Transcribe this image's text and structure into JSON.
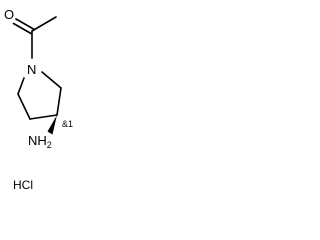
{
  "molecule": {
    "oxygen_label": "O",
    "nitrogen_label": "N",
    "amine_label": "NH",
    "amine_subscript": "2",
    "stereo_label": "&1",
    "salt_label": "HCl"
  },
  "colors": {
    "ink": "#000000",
    "background": "#ffffff"
  }
}
